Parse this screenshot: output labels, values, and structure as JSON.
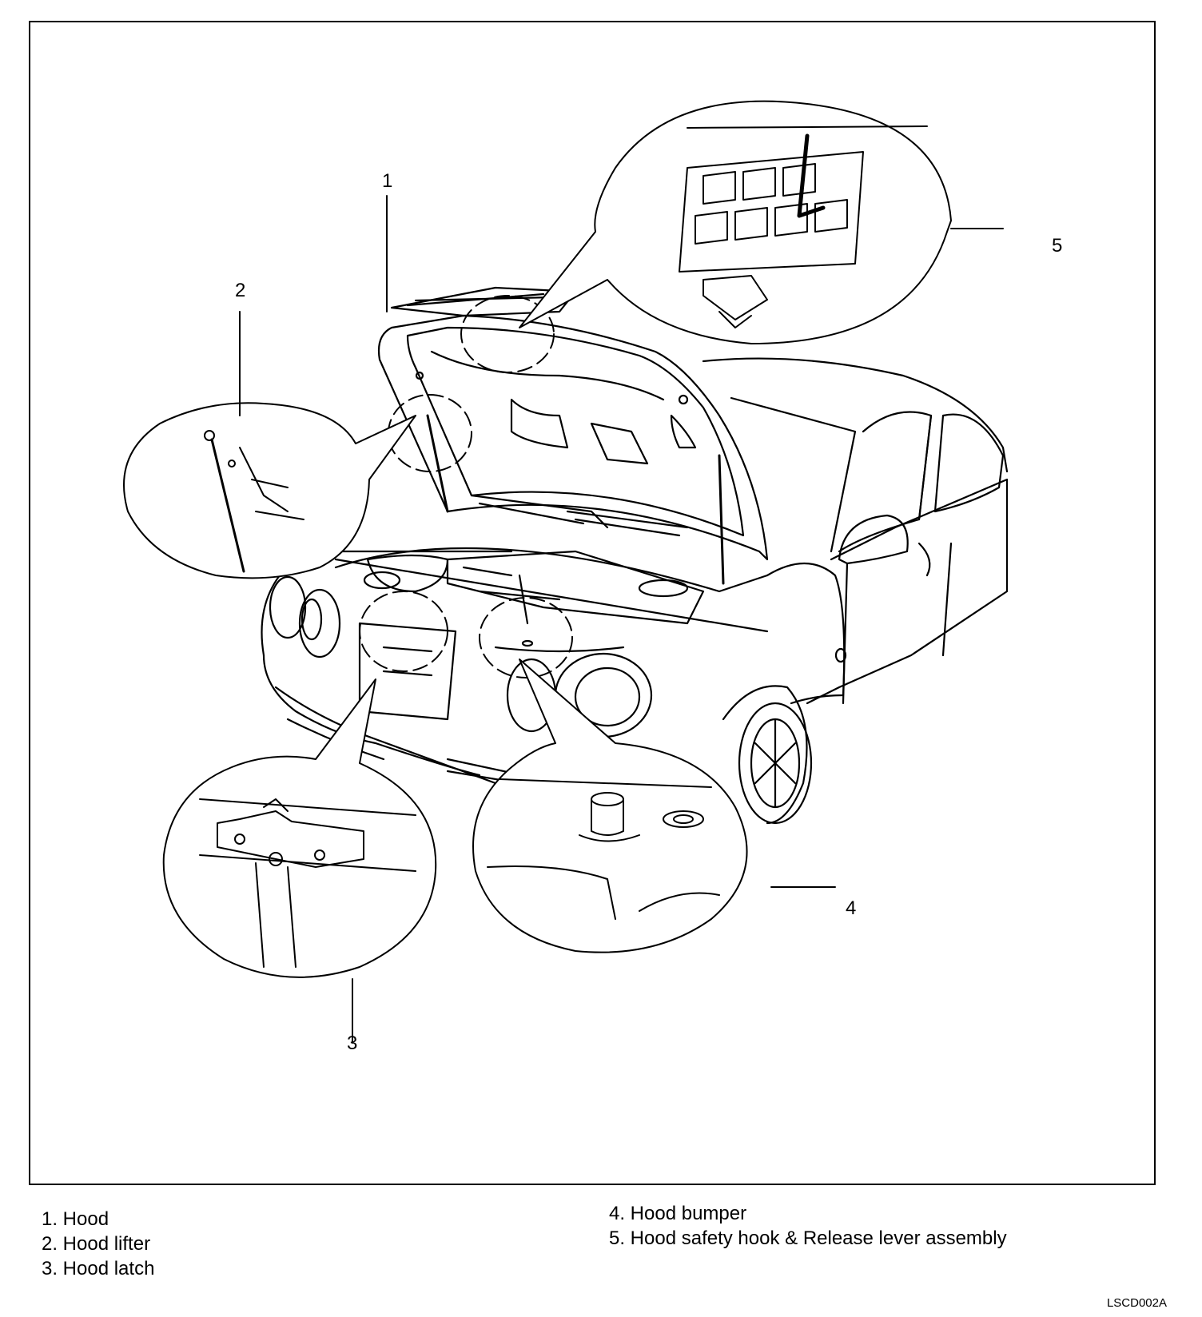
{
  "callouts": {
    "c1": "1",
    "c2": "2",
    "c3": "3",
    "c4": "4",
    "c5": "5"
  },
  "legend": {
    "left": [
      "1. Hood",
      "2. Hood lifter",
      "3. Hood latch"
    ],
    "right": [
      "4. Hood bumper",
      "5. Hood safety hook & Release lever assembly"
    ]
  },
  "figure_code": "LSCD002A"
}
